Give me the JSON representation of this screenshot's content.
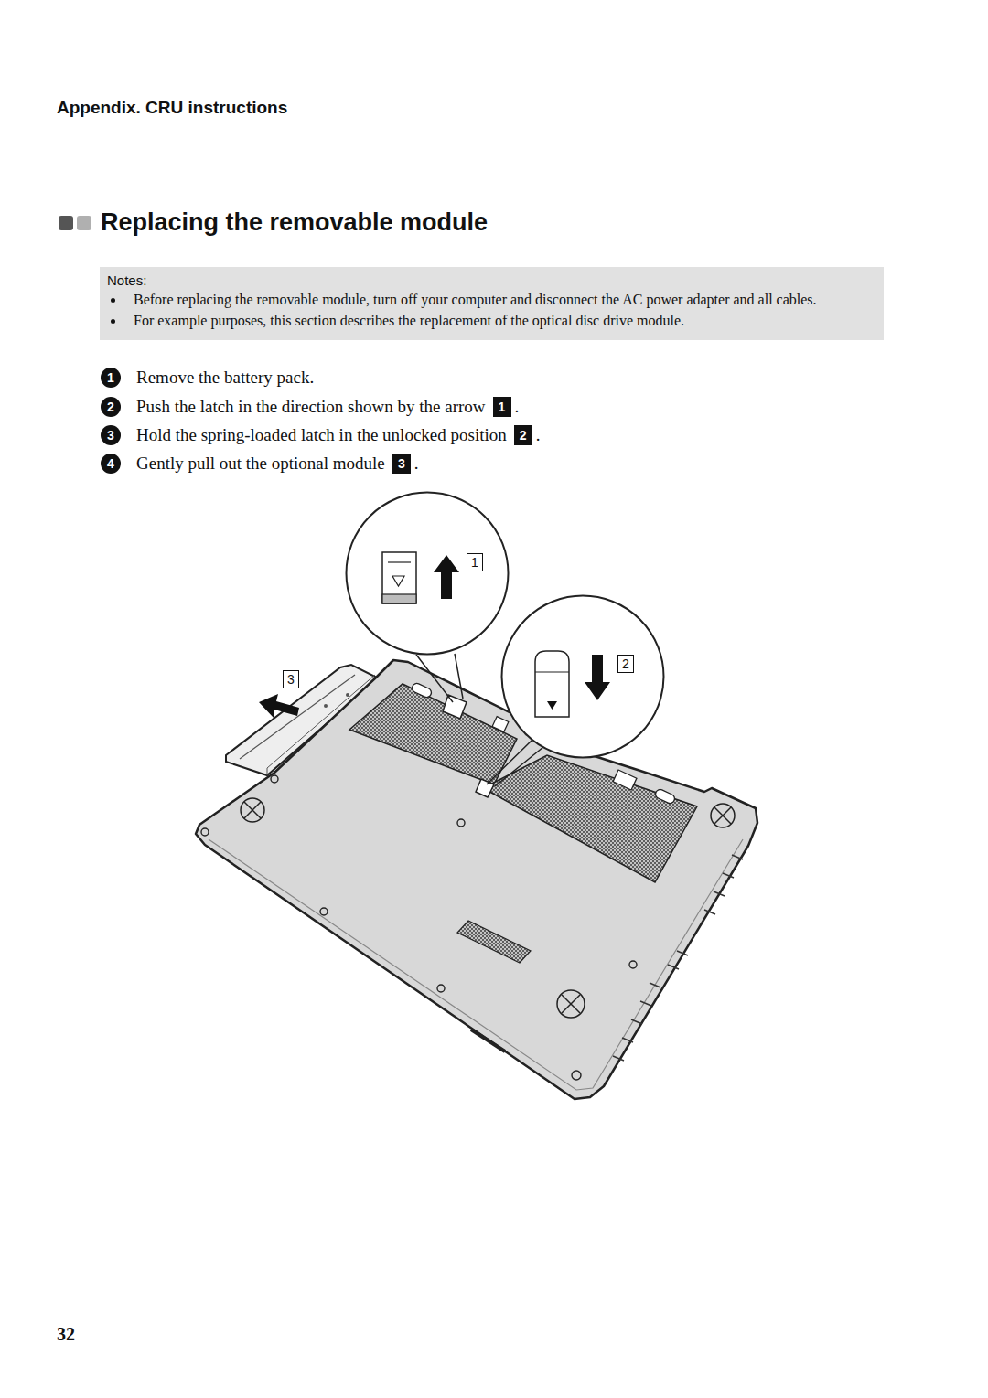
{
  "diagram": {
    "title": "Replacing the removable module",
    "nodes": [
      {
        "text": [
          "Notes:",
          "Before replacing the removable module, turn off your computer and disconnect the AC power adapter and all cables.",
          "For example purposes, this section describes the replacement of the optical disc drive module."
        ]
      },
      {
        "text": [
          "1"
        ]
      },
      {
        "text": [
          "2"
        ]
      }
    ],
    "labels": [
      "Appendix. CRU instructions",
      "1",
      "Remove the battery pack.",
      "2",
      "Push the latch in the direction shown by the arrow",
      "1",
      ".",
      "3",
      "Hold the spring-loaded latch in the unlocked position",
      "2",
      ".",
      "4",
      "Gently pull out the optional module",
      "3",
      ".",
      "3",
      "32"
    ]
  }
}
